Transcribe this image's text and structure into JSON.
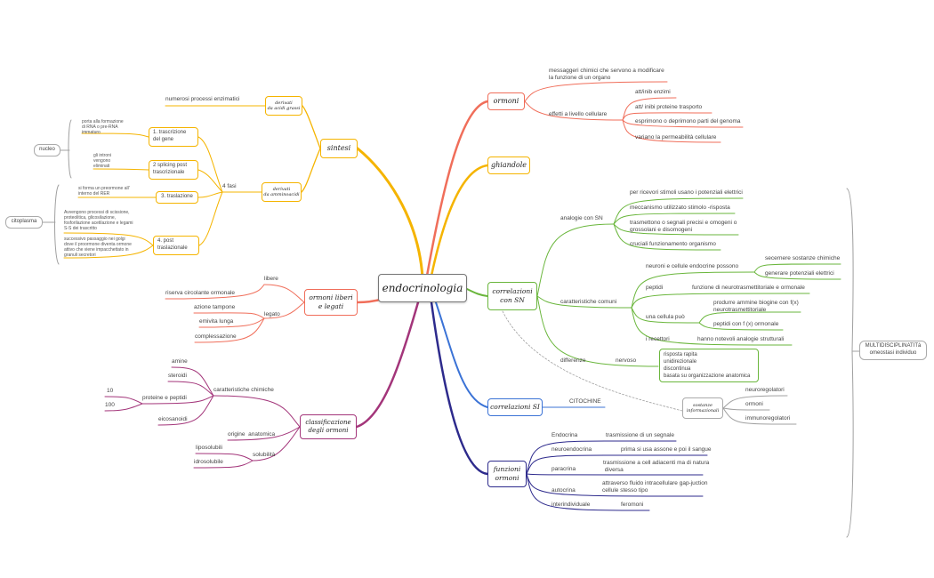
{
  "center": "endocrinologia",
  "colors": {
    "sintesi": "#f5b400",
    "ormoni_liberi": "#f06e5a",
    "classificazione": "#a3357a",
    "ormoni": "#f06e5a",
    "ghiandole": "#f5b400",
    "correlazioni": "#6ab63c",
    "correlazioni_SI": "#3b73d6",
    "funzioni": "#2d2a8c",
    "gray": "#a0a0a0"
  },
  "sintesi": {
    "title": "sintesi",
    "derivati_acidi": "derivati\nda acidi grassi",
    "numerosi": "numerosi processi enzimatici",
    "derivati_amino": "derivati\nda amminoacidi",
    "quattro_fasi": "4 fasi",
    "nucleo": "nucleo",
    "citoplasma": "citoplasma",
    "fasi": [
      {
        "label": "1. trascrizione\ndel gene",
        "note": "porta alla formazione\ndi RNA o pre-RNA\nimmaturo"
      },
      {
        "label": "2 splicing post\ntrascrizionale",
        "note": "gli introni\nvengono\neliminati"
      },
      {
        "label": "3. traslazione",
        "note": "si forma un preormone all'\ninterno del RER"
      },
      {
        "label": "4. post\ntraslazionale",
        "note": "Avvengono processi di scissione,\nproteolitica, glicosilazione,\nfosforilazione acetilazione e legami\nS-S dei trascritto",
        "note2": "successivo passaggio nei golgi\ndove il proormone diventa ormone\nattivo che viene impacchettato in\ngranuli secretori"
      }
    ]
  },
  "ormoni_liberi": {
    "title": "ormoni liberi\ne legati",
    "libere": "libere",
    "riserva": "riserva circolante ormonale",
    "legato": "legato",
    "legato_items": [
      "azione tampone",
      "emivita lunga",
      "complessazione"
    ]
  },
  "classificazione": {
    "title": "classificazione\ndegli ormoni",
    "caratteristiche": "caratteristiche chimiche",
    "chimiche": [
      "amine",
      "steroidi",
      "proteine e peptidi",
      "eicosanoidi"
    ],
    "num10": "10",
    "num100": "100",
    "origine": "origine  anatomica",
    "solubilita": "solubilità",
    "solubilita_items": [
      "liposolubili",
      "idrosolubile"
    ]
  },
  "ormoni": {
    "title": "ormoni",
    "messaggeri": "messaggeri chimici che servono a modificare\nla funzione di un organo",
    "effetti": "effetti a livello cellulare",
    "effetti_items": [
      "att/inib enzimi",
      "att/ inibi proteine trasporto",
      "esprimono o deprimono parti del genoma",
      "variano la permeabilità cellulare"
    ]
  },
  "ghiandole": {
    "title": "ghiandole"
  },
  "correlazioni": {
    "title": "correlazioni\ncon SN",
    "analogie": "analogie con SN",
    "analogie_items": [
      "per ricevori stimoli usano i potenziali elettrici",
      "meccanismo utilizzato stimolo -risposta",
      "trasmettono o segnali precisi e omogeni o\ngrossolani e disomogeni",
      "cruciali funzionamento organismo"
    ],
    "caratteristiche": "caratteristiche comuni",
    "neuroni": "neuroni e cellule endocrine possono",
    "neuroni_items": [
      "secernere sostanze chimiche",
      "generare potenziali elettrici"
    ],
    "peptidi": "peptidi",
    "peptidi_item": "funzione di neurotrasmettitoriale e ormonale",
    "cellula": "una cellula può",
    "cellula_items": [
      "produrre ammine biogine con f(x)\nneurotrasmettitoriale",
      "peptidi con f (x) ormonale"
    ],
    "recettori": "i recettori",
    "recettori_item": "hanno notevoli analogie strutturali",
    "differenze": "differenze",
    "nervoso": "nervoso",
    "nervoso_box": "risposta rapita\nunidirezionale\ndiscontinua\nbasata su organizzazione anatomica",
    "multi": "MULTIDISCIPLINATITà\nomeostasi individuo"
  },
  "correlazioni_SI": {
    "title": "correlazioni SI",
    "citochine": "CITOCHINE",
    "sostanze": "sostanze\ninformazionali",
    "sostanze_items": [
      "neuroregolatori",
      "ormoni",
      "immunoregolatori"
    ]
  },
  "funzioni": {
    "title": "funzioni\normoni",
    "items": [
      {
        "k": "Endocrina",
        "v": "trasmissione di un segnale"
      },
      {
        "k": "neuroendocrina",
        "v": "prima si usa assone e poi il sangue"
      },
      {
        "k": "paracrina",
        "v": "trasmissione a cell adiacenti ma di natura\n diversa"
      },
      {
        "k": "autocrina",
        "v": "attraverso fluido intracellulare gap-juction\ncellule stesso tipo"
      },
      {
        "k": "interindividuale",
        "v": "feromoni"
      }
    ]
  }
}
